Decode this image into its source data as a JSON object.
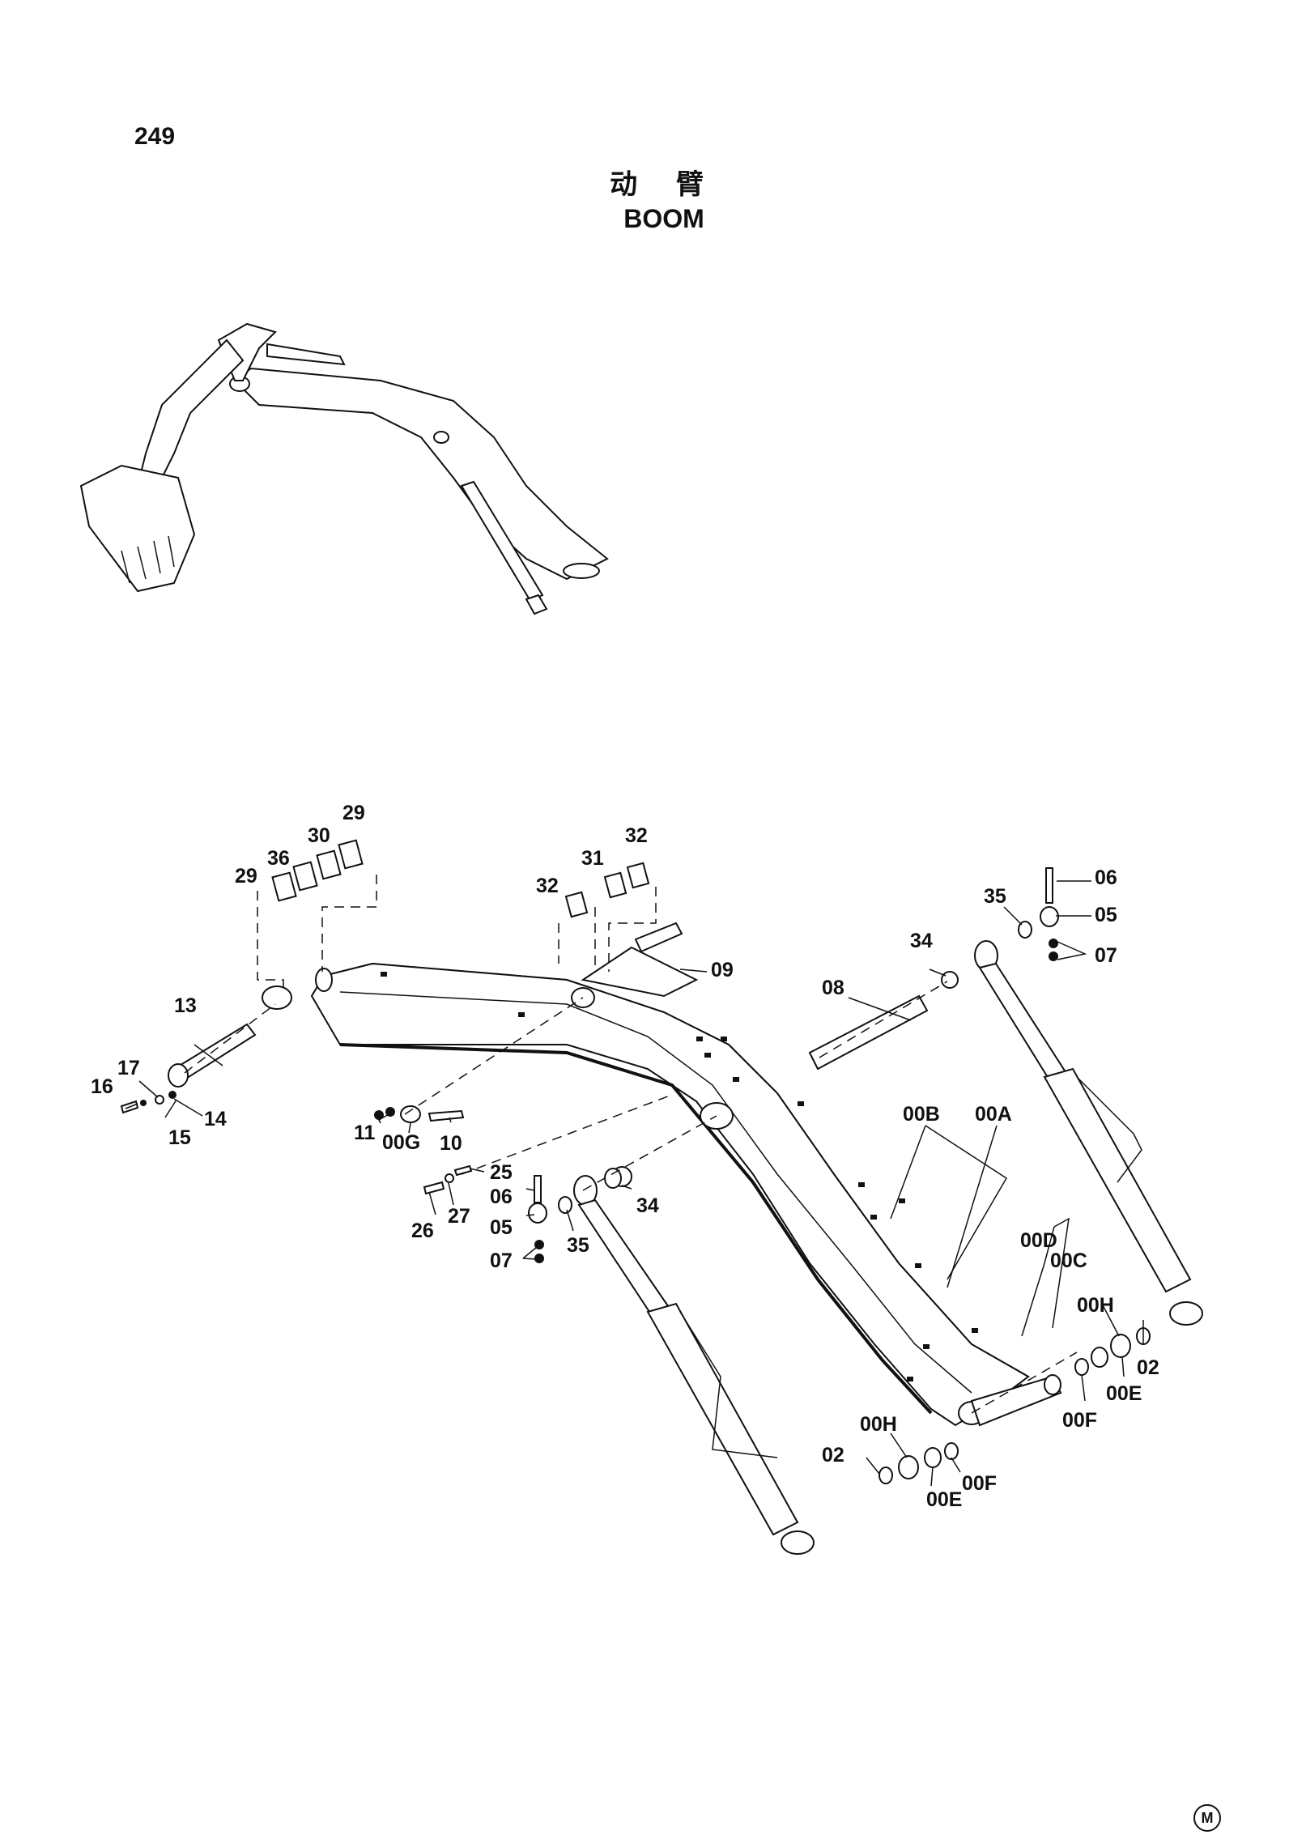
{
  "page": {
    "number": "249",
    "title_cn": "动 臂",
    "title_en": "BOOM",
    "corner_mark": "M"
  },
  "callouts": {
    "c29a": "29",
    "c36": "36",
    "c30": "30",
    "c29b": "29",
    "c32a": "32",
    "c31": "31",
    "c32b": "32",
    "c09": "09",
    "c08": "08",
    "c34a": "34",
    "c35a": "35",
    "c06a": "06",
    "c05a": "05",
    "c07a": "07",
    "c13": "13",
    "c17": "17",
    "c16": "16",
    "c14": "14",
    "c15": "15",
    "c11": "11",
    "c00G": "00G",
    "c10": "10",
    "c25": "25",
    "c26": "26",
    "c27": "27",
    "c06b": "06",
    "c05b": "05",
    "c07b": "07",
    "c35b": "35",
    "c34b": "34",
    "c00B": "00B",
    "c00A": "00A",
    "c00D": "00D",
    "c00C": "00C",
    "c00Ha": "00H",
    "c02a": "02",
    "c00Ea": "00E",
    "c00Fa": "00F",
    "c00Hb": "00H",
    "c02b": "02",
    "c00Eb": "00E",
    "c00Fb": "00F"
  }
}
